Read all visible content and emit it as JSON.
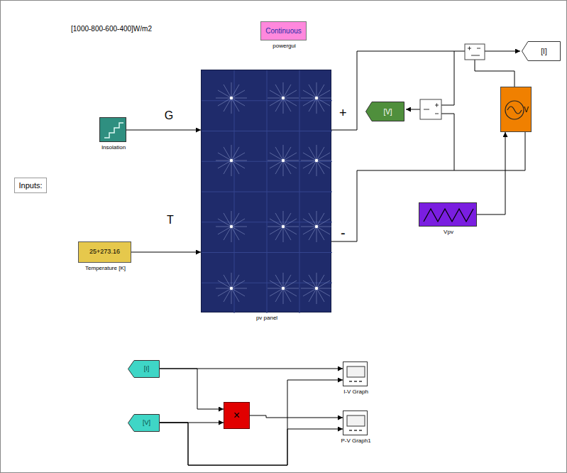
{
  "diagram": {
    "nodes": [
      {
        "text": [
          "Continuous",
          "powergui"
        ]
      },
      {
        "text": [
          "Insolation"
        ]
      },
      {
        "text": [
          "Inputs:"
        ]
      },
      {
        "text": [
          "25+273.16",
          "Temperature [K]"
        ]
      },
      {
        "text": [
          "pv panel"
        ]
      },
      {
        "text": [
          "[I]"
        ]
      },
      {
        "text": [
          "[V]"
        ]
      },
      {
        "text": [
          "V"
        ]
      },
      {
        "text": [
          "Vpv"
        ]
      },
      {
        "text": [
          "[I]"
        ]
      },
      {
        "text": [
          "[V]"
        ]
      },
      {
        "text": [
          "×"
        ]
      },
      {
        "text": [
          "I-V Graph"
        ]
      },
      {
        "text": [
          "P-V Graph1"
        ]
      }
    ],
    "edges": [
      {
        "from": 1,
        "to": 4,
        "arrow": "to",
        "label": "G"
      },
      {
        "from": 3,
        "to": 4,
        "arrow": "to",
        "label": "T"
      },
      {
        "from": 8,
        "to": 7,
        "arrow": "to"
      },
      {
        "from": 9,
        "to": 12,
        "arrow": "to"
      },
      {
        "from": 9,
        "to": 11,
        "arrow": "to"
      },
      {
        "from": 10,
        "to": 11,
        "arrow": "to"
      },
      {
        "from": 10,
        "to": 12,
        "arrow": "to"
      },
      {
        "from": 10,
        "to": 13,
        "arrow": "to"
      },
      {
        "from": 11,
        "to": 13,
        "arrow": "to"
      }
    ],
    "labels": [
      "[1000-800-600-400]W/m2",
      "+",
      "-"
    ]
  }
}
